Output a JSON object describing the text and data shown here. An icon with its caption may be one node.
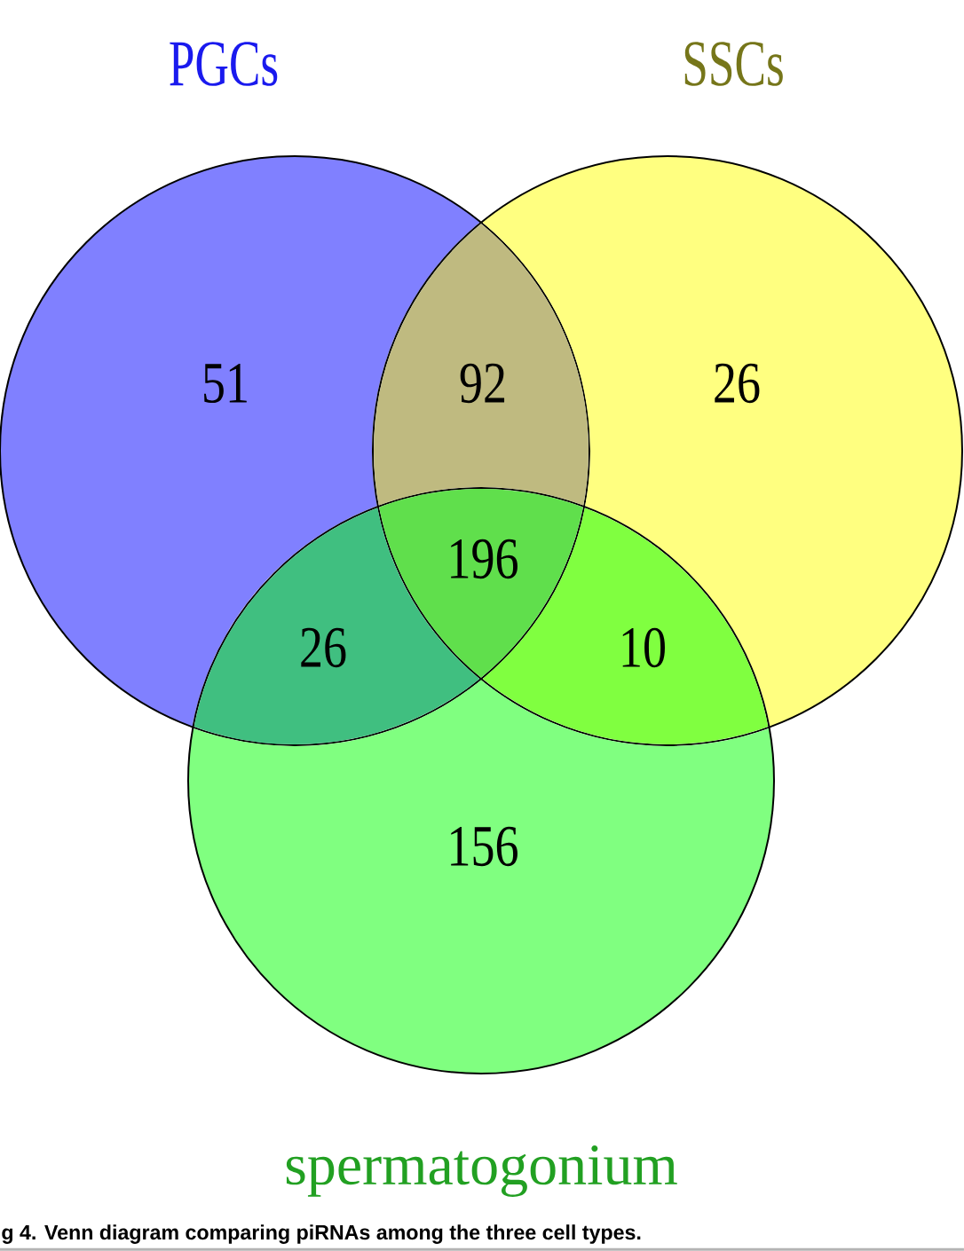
{
  "diagram": {
    "caption": "g 4. Venn diagram comparing piRNAs among the three cell types.",
    "nodes": [
      {
        "text": [
          "PGCs"
        ]
      },
      {
        "text": [
          "SSCs"
        ]
      },
      {
        "text": [
          "spermatogonium"
        ]
      }
    ],
    "labels": [
      "51",
      "92",
      "26",
      "196",
      "26",
      "10",
      "156"
    ]
  }
}
